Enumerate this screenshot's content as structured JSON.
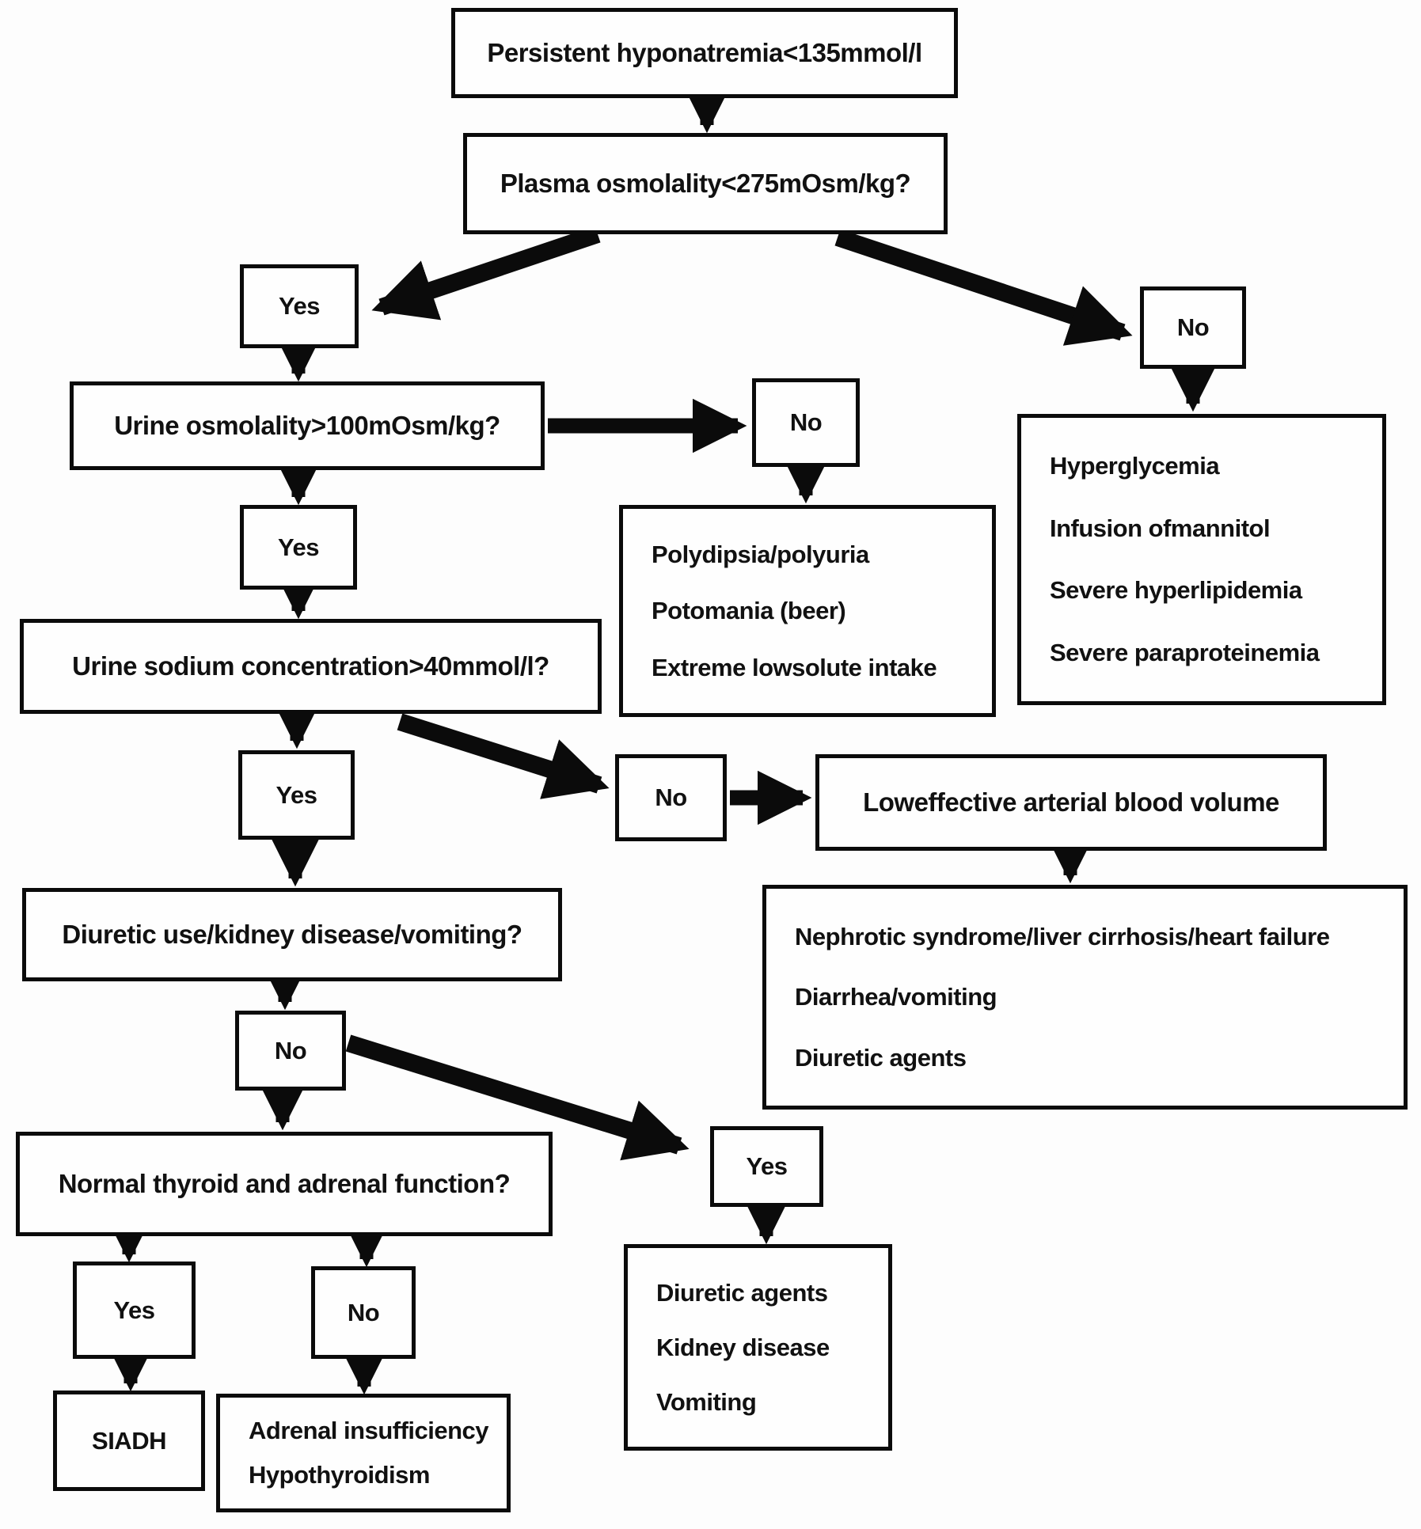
{
  "flowchart": {
    "description": "Diagnostic algorithm flowchart for persistent hyponatremia",
    "colors": {
      "box_border": "#0b0b0b",
      "box_background": "#fefefe",
      "arrow": "#0b0b0b",
      "text": "#111111",
      "page_background": "#fdfdfd"
    },
    "nodes": {
      "persistent": {
        "label": "Persistent hyponatremia<135mmol/l"
      },
      "plasma": {
        "label": "Plasma osmolality<275mOsm/kg?"
      },
      "yes1": {
        "label": "Yes"
      },
      "no1": {
        "label": "No"
      },
      "urine_osmolality": {
        "label": "Urine osmolality>100mOsm/kg?"
      },
      "no2": {
        "label": "No"
      },
      "low_solute": {
        "items": [
          "Polydipsia/polyuria",
          "Potomania (beer)",
          "Extreme lowsolute intake"
        ]
      },
      "pseudo": {
        "items": [
          "Hyperglycemia",
          "Infusion ofmannitol",
          "Severe hyperlipidemia",
          "Severe paraproteinemia"
        ]
      },
      "yes2": {
        "label": "Yes"
      },
      "urine_sodium": {
        "label": "Urine sodium concentration>40mmol/l?"
      },
      "yes3": {
        "label": "Yes"
      },
      "no3": {
        "label": "No"
      },
      "low_eabv": {
        "label": "Loweffective arterial blood volume"
      },
      "hypervolemic": {
        "items": [
          "Nephrotic syndrome/liver cirrhosis/heart failure",
          "Diarrhea/vomiting",
          "Diuretic agents"
        ]
      },
      "diuretic_q": {
        "label": "Diuretic use/kidney disease/vomiting?"
      },
      "no4": {
        "label": "No"
      },
      "thyroid_q": {
        "label": "Normal thyroid and adrenal function?"
      },
      "yes4": {
        "label": "Yes"
      },
      "no5": {
        "label": "No"
      },
      "siadh": {
        "label": "SIADH"
      },
      "endocrine": {
        "items": [
          "Adrenal insufficiency",
          "Hypothyroidism"
        ]
      },
      "yes5": {
        "label": "Yes"
      },
      "renal_loss": {
        "items": [
          "Diuretic agents",
          "Kidney disease",
          "Vomiting"
        ]
      }
    }
  }
}
